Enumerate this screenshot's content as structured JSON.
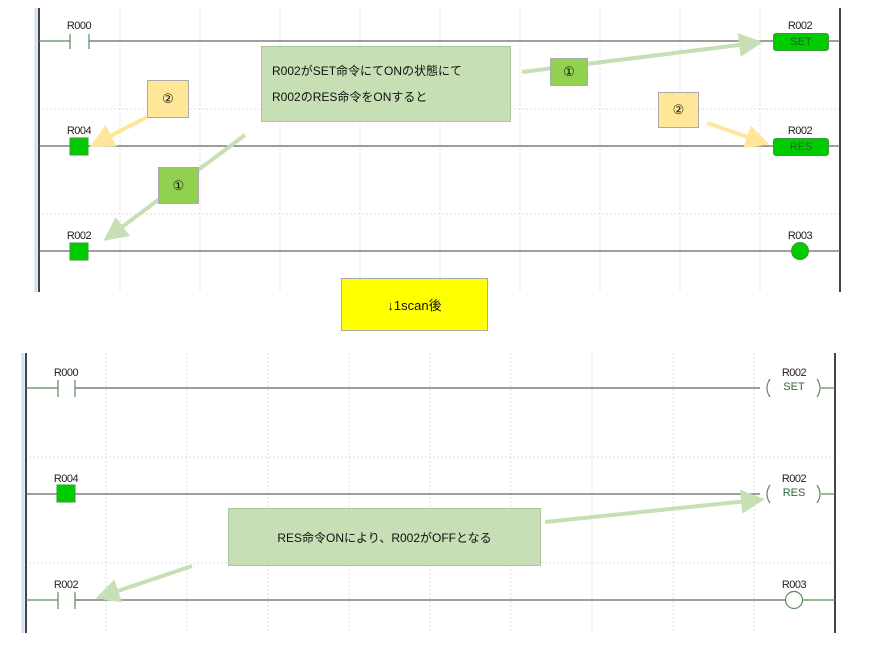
{
  "top_diagram": {
    "rungs": [
      {
        "contact": "R000",
        "coil_addr": "R002",
        "coil_instr": "SET"
      },
      {
        "contact": "R004",
        "coil_addr": "R002",
        "coil_instr": "RES"
      },
      {
        "contact": "R002",
        "coil_addr": "R003"
      }
    ],
    "callout_lines": [
      "R002がSET命令にてONの状態にて",
      "R002のRES命令をONすると"
    ],
    "marker1": "①",
    "marker2": "②"
  },
  "transition": "↓1scan後",
  "bottom_diagram": {
    "rungs": [
      {
        "contact": "R000",
        "coil_addr": "R002",
        "coil_instr": "SET"
      },
      {
        "contact": "R004",
        "coil_addr": "R002",
        "coil_instr": "RES"
      },
      {
        "contact": "R002",
        "coil_addr": "R003"
      }
    ],
    "callout": "RES命令ONにより、R002がOFFとなる"
  },
  "colors": {
    "active": "#00cc00",
    "callout": "#c6dfb4",
    "marker1": "#92d050",
    "marker2": "#ffe699",
    "transition": "#ffff00"
  }
}
